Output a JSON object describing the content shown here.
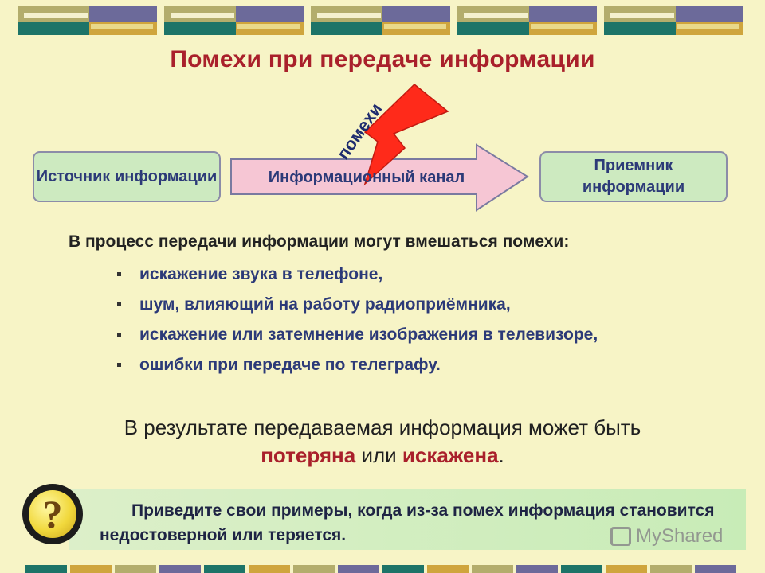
{
  "title": "Помехи при передаче информации",
  "diagram": {
    "source": "Источник информации",
    "channel": "Информационный  канал",
    "receiver": "Приемник информации",
    "noise_label": "помехи"
  },
  "intro": "В процесс передачи информации могут вмешаться помехи:",
  "bullets": [
    "искажение звука в телефоне,",
    "шум, влияющий на работу радиоприёмника,",
    "искажение или затемнение изображения в телевизоре,",
    "ошибки при передаче по телеграфу."
  ],
  "result": {
    "line1": "В результате передаваемая информация  может быть",
    "lost": "потеряна",
    "or": " или ",
    "distorted": "искажена",
    "end": "."
  },
  "question": {
    "icon": "?",
    "text": "Приведите свои примеры, когда из-за помех информация становится недостоверной или теряется."
  },
  "watermark": "MyShared",
  "colors": {
    "background": "#f7f4c6",
    "title": "#a9202b",
    "box_fill": "#cdeac0",
    "arrow_fill": "#f6c6d4",
    "lightning": "#ff2a1a",
    "text_blue": "#2c3a78",
    "band_olive": "#b3ad6c",
    "band_purple": "#6c6a9a",
    "band_teal": "#1d7468",
    "band_gold": "#cfa53d"
  }
}
